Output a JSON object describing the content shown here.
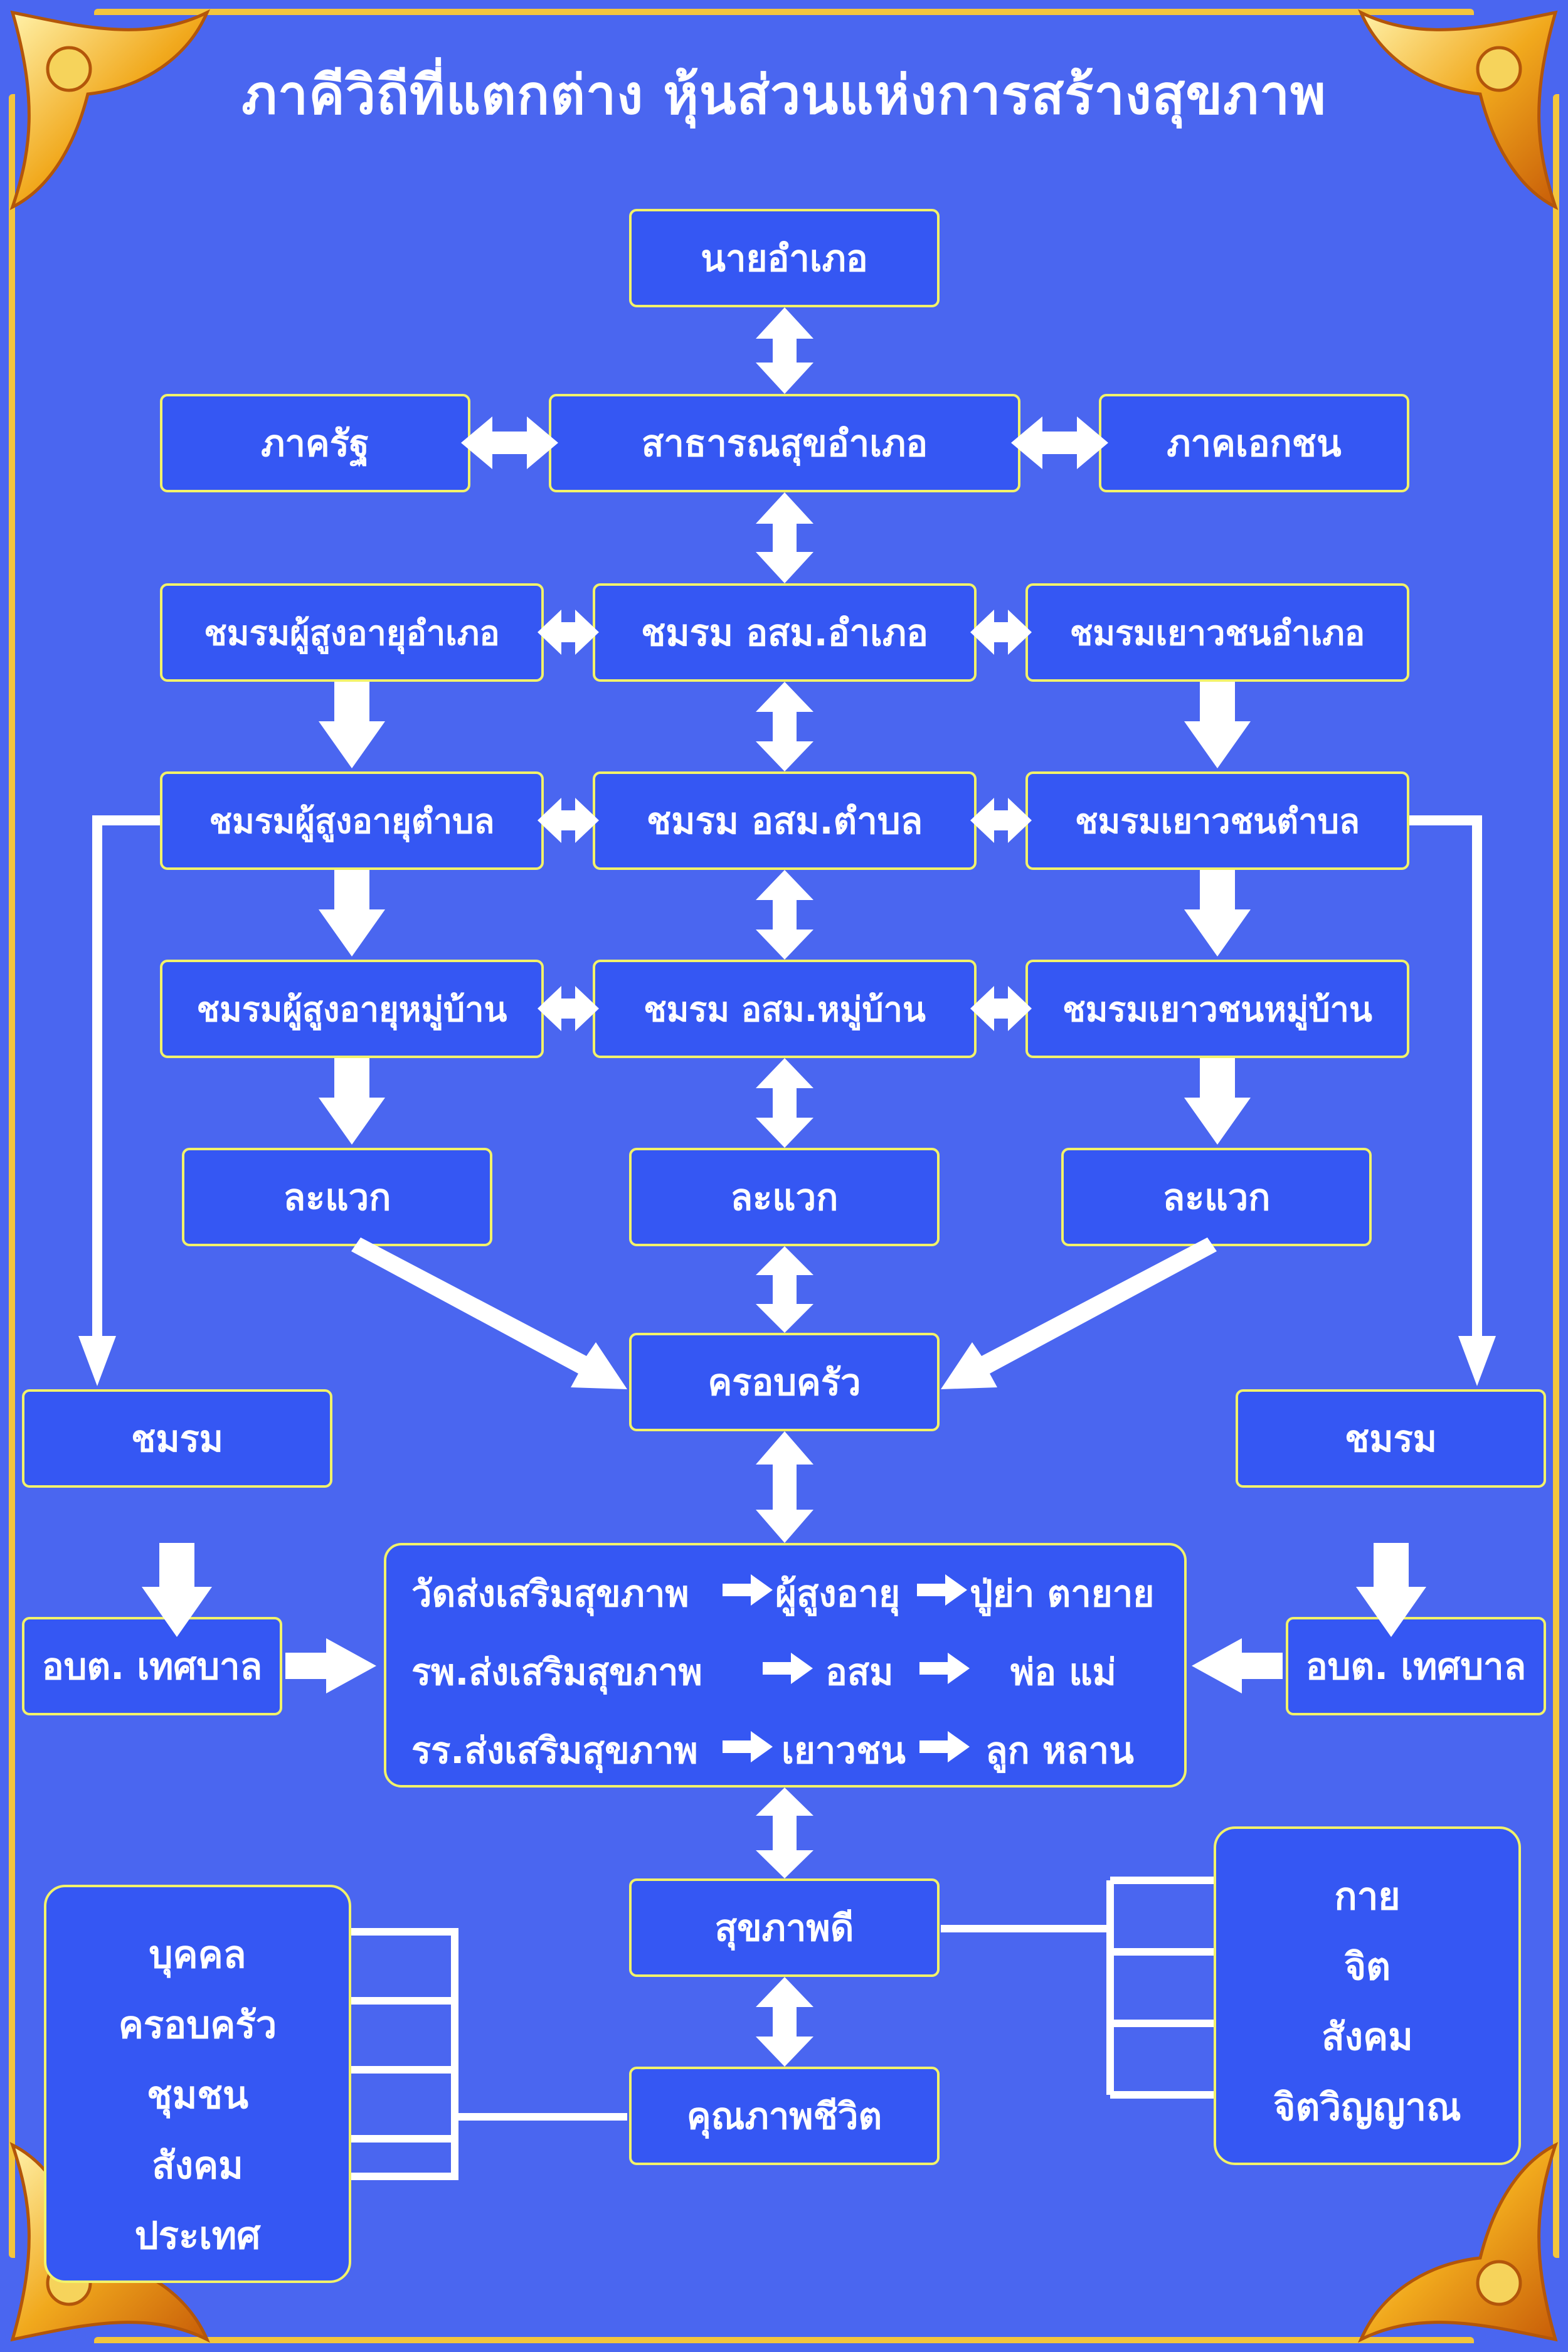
{
  "title": "ภาคีวิถีที่แตกต่าง หุ้นส่วนแห่งการสร้างสุขภาพ",
  "colors": {
    "background": "#4a66f0",
    "box_fill": "#3557f3",
    "box_border": "#f2f26a",
    "frame": "#f3c53d",
    "arrow": "#ffffff",
    "text": "#ffffff"
  },
  "nodes": {
    "district_chief": "นายอำเภอ",
    "government_sector": "ภาครัฐ",
    "district_health": "สาธารณสุขอำเภอ",
    "private_sector": "ภาคเอกชน",
    "elderly_district": "ชมรมผู้สูงอายุอำเภอ",
    "vhv_district": "ชมรม อสม.อำเภอ",
    "youth_district": "ชมรมเยาวชนอำเภอ",
    "elderly_subdistrict": "ชมรมผู้สูงอายุตำบล",
    "vhv_subdistrict": "ชมรม อสม.ตำบล",
    "youth_subdistrict": "ชมรมเยาวชนตำบล",
    "elderly_village": "ชมรมผู้สูงอายุหมู่บ้าน",
    "vhv_village": "ชมรม อสม.หมู่บ้าน",
    "youth_village": "ชมรมเยาวชนหมู่บ้าน",
    "neighborhood_left": "ละแวก",
    "neighborhood_center": "ละแวก",
    "neighborhood_right": "ละแวก",
    "family": "ครอบครัว",
    "club_left": "ชมรม",
    "club_right": "ชมรม",
    "local_admin_left": "อบต. เทศบาล",
    "local_admin_right": "อบต. เทศบาล",
    "good_health": "สุขภาพดี",
    "quality_of_life": "คุณภาพชีวิต"
  },
  "promotion_rows": [
    {
      "place": "วัดส่งเสริมสุขภาพ",
      "group": "ผู้สูงอายุ",
      "relatives": "ปู่ย่า ตายาย"
    },
    {
      "place": "รพ.ส่งเสริมสุขภาพ",
      "group": "อสม",
      "relatives": "พ่อ แม่"
    },
    {
      "place": "รร.ส่งเสริมสุขภาพ",
      "group": "เยาวชน",
      "relatives": "ลูก หลาน"
    }
  ],
  "levels_list": [
    "บุคคล",
    "ครอบครัว",
    "ชุมชน",
    "สังคม",
    "ประเทศ"
  ],
  "dimensions_list": [
    "กาย",
    "จิต",
    "สังคม",
    "จิตวิญญาณ"
  ]
}
